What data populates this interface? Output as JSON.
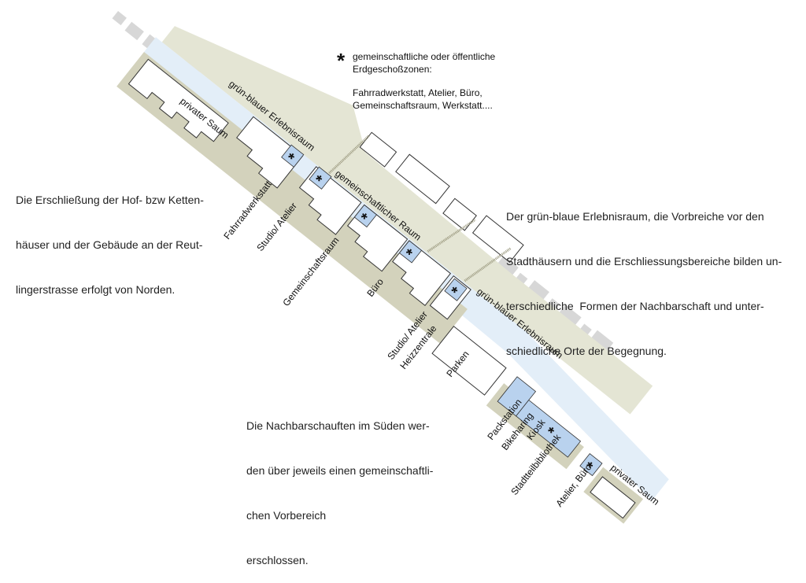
{
  "legend": {
    "symbol": "*",
    "line1": "gemeinschaftliche oder öffentliche",
    "line2": "Erdgeschoßzonen:",
    "line3": "Fahrradwerkstatt, Atelier, Büro,",
    "line4": "Gemeinschaftsraum, Werkstatt...."
  },
  "texts": {
    "left": [
      "Die Erschließung der Hof- bzw Ketten-",
      "häuser und der Gebäude an der Reut-",
      "lingerstrasse erfolgt von Norden."
    ],
    "right": [
      "Der grün-blaue Erlebnisraum, die Vorbreiche vor den",
      "Stadthäusern und die Erschliessungsbereiche bilden un-",
      "terschiedliche  Formen der Nachbarschaft und unter-",
      "schiedliche Orte der Begegnung."
    ],
    "bottom": [
      "Die Nachbarschauften im Süden wer-",
      "den über jeweils einen gemeinschaftli-",
      "chen Vorbereich",
      "erschlossen."
    ]
  },
  "zone_labels": {
    "erlebnisraum_north": "grün-blauer Erlebnisraum",
    "saum_north": "privater Saum",
    "gemeinschaftlicher_raum": "gemeinschaftlicher Raum",
    "erlebnisraum_south": "grün-blauer Erlebnisraum",
    "saum_south": "privater Saum"
  },
  "use_labels": {
    "fahrradwerkstatt": "Fahrradwerkstatt",
    "studio_atelier": "Studio/ Atelier",
    "gemeinschaftsraum": "Gemeinschaftsraum",
    "buero": "Büro",
    "studio_atelier_2": "Studio/ Atelier",
    "heizzentrale": "Heizzentrale",
    "parken": "Parken",
    "packstation": "Packstation",
    "bikeharing": "Bikeharing",
    "kiosk": "Kiosk",
    "stadtteilbibliothek": "Stadtteilbibliothek",
    "atelier_buero": "Atelier, Büro"
  },
  "colors": {
    "beige": "#d3d2bc",
    "green": "#e4e5d4",
    "blue_path": "#e3eef8",
    "blue_box": "#b9d2ee",
    "grey_buildings": "#d7d7d7"
  }
}
